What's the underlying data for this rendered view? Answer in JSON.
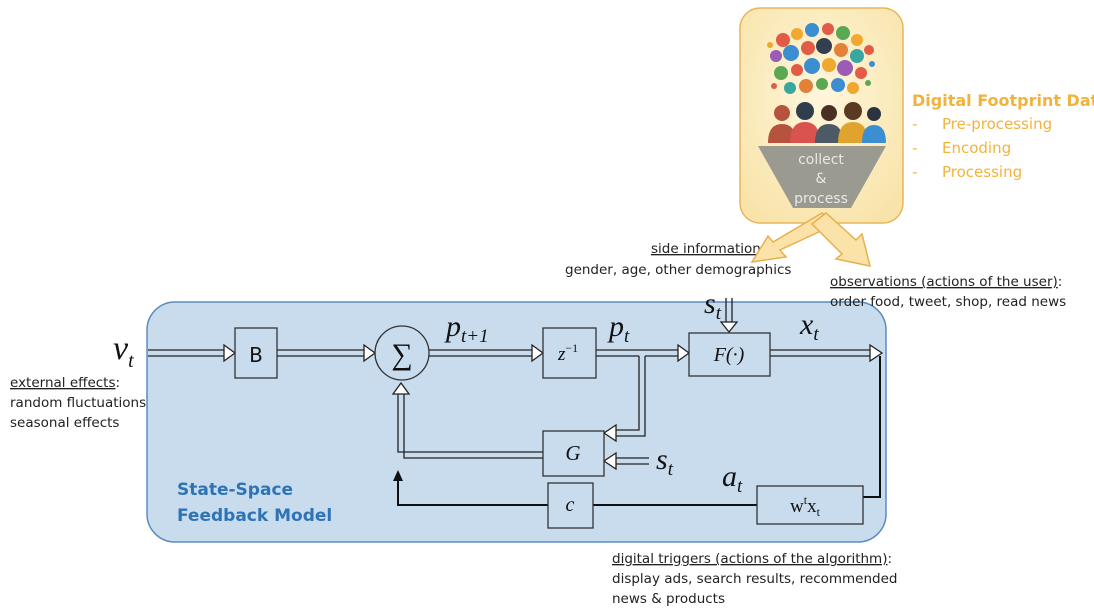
{
  "colors": {
    "model_fill": "#c9dcee",
    "model_stroke": "#5b8cc0",
    "model_title": "#2e74b5",
    "footprint_title": "#f2b33c",
    "footprint_fill": "#fbecc0",
    "footprint_stroke": "#e9b55a",
    "funnel": "#9a9a90",
    "arrow_fill": "#fbe2a8",
    "arrow_stroke": "#e6b04e"
  },
  "icons": [
    "social-media-cloud-icon",
    "users-group-icon"
  ],
  "footprint": {
    "collect": "collect",
    "amp": "&",
    "process": "process",
    "title": "Digital Footprint Data",
    "items": [
      {
        "dash": "-",
        "label": "Pre-processing"
      },
      {
        "dash": "-",
        "label": "Encoding"
      },
      {
        "dash": "-",
        "label": "Processing"
      }
    ]
  },
  "side_info": {
    "heading": "side information",
    "colon": ":",
    "text": "gender, age, other demographics"
  },
  "observations": {
    "heading": "observations (actions of the user)",
    "colon": ":",
    "text": "order food, tweet, shop, read news"
  },
  "external": {
    "heading": "external effects",
    "colon": ":",
    "line1": "random fluctuations",
    "line2": "seasonal effects"
  },
  "triggers": {
    "heading": "digital triggers (actions of the algorithm)",
    "colon": ":",
    "line1": "display ads, search results, recommended",
    "line2": "news & products"
  },
  "model": {
    "title_line1": "State-Space",
    "title_line2": "Feedback Model"
  },
  "blocks": {
    "B": "B",
    "sum": "∑",
    "delay_base": "z",
    "delay_exp": "−1",
    "F": "F(·)",
    "G": "G",
    "C": "c",
    "W_base": "w",
    "W_sup": "t",
    "W_x": "x",
    "W_sub": "t"
  },
  "signals": {
    "v": {
      "base": "v",
      "sub": "t"
    },
    "p_next": {
      "base": "p",
      "sub": "t+1"
    },
    "p": {
      "base": "p",
      "sub": "t"
    },
    "s_top": {
      "base": "s",
      "sub": "t"
    },
    "x": {
      "base": "x",
      "sub": "t"
    },
    "s_g": {
      "base": "s",
      "sub": "t"
    },
    "a": {
      "base": "a",
      "sub": "t"
    }
  }
}
